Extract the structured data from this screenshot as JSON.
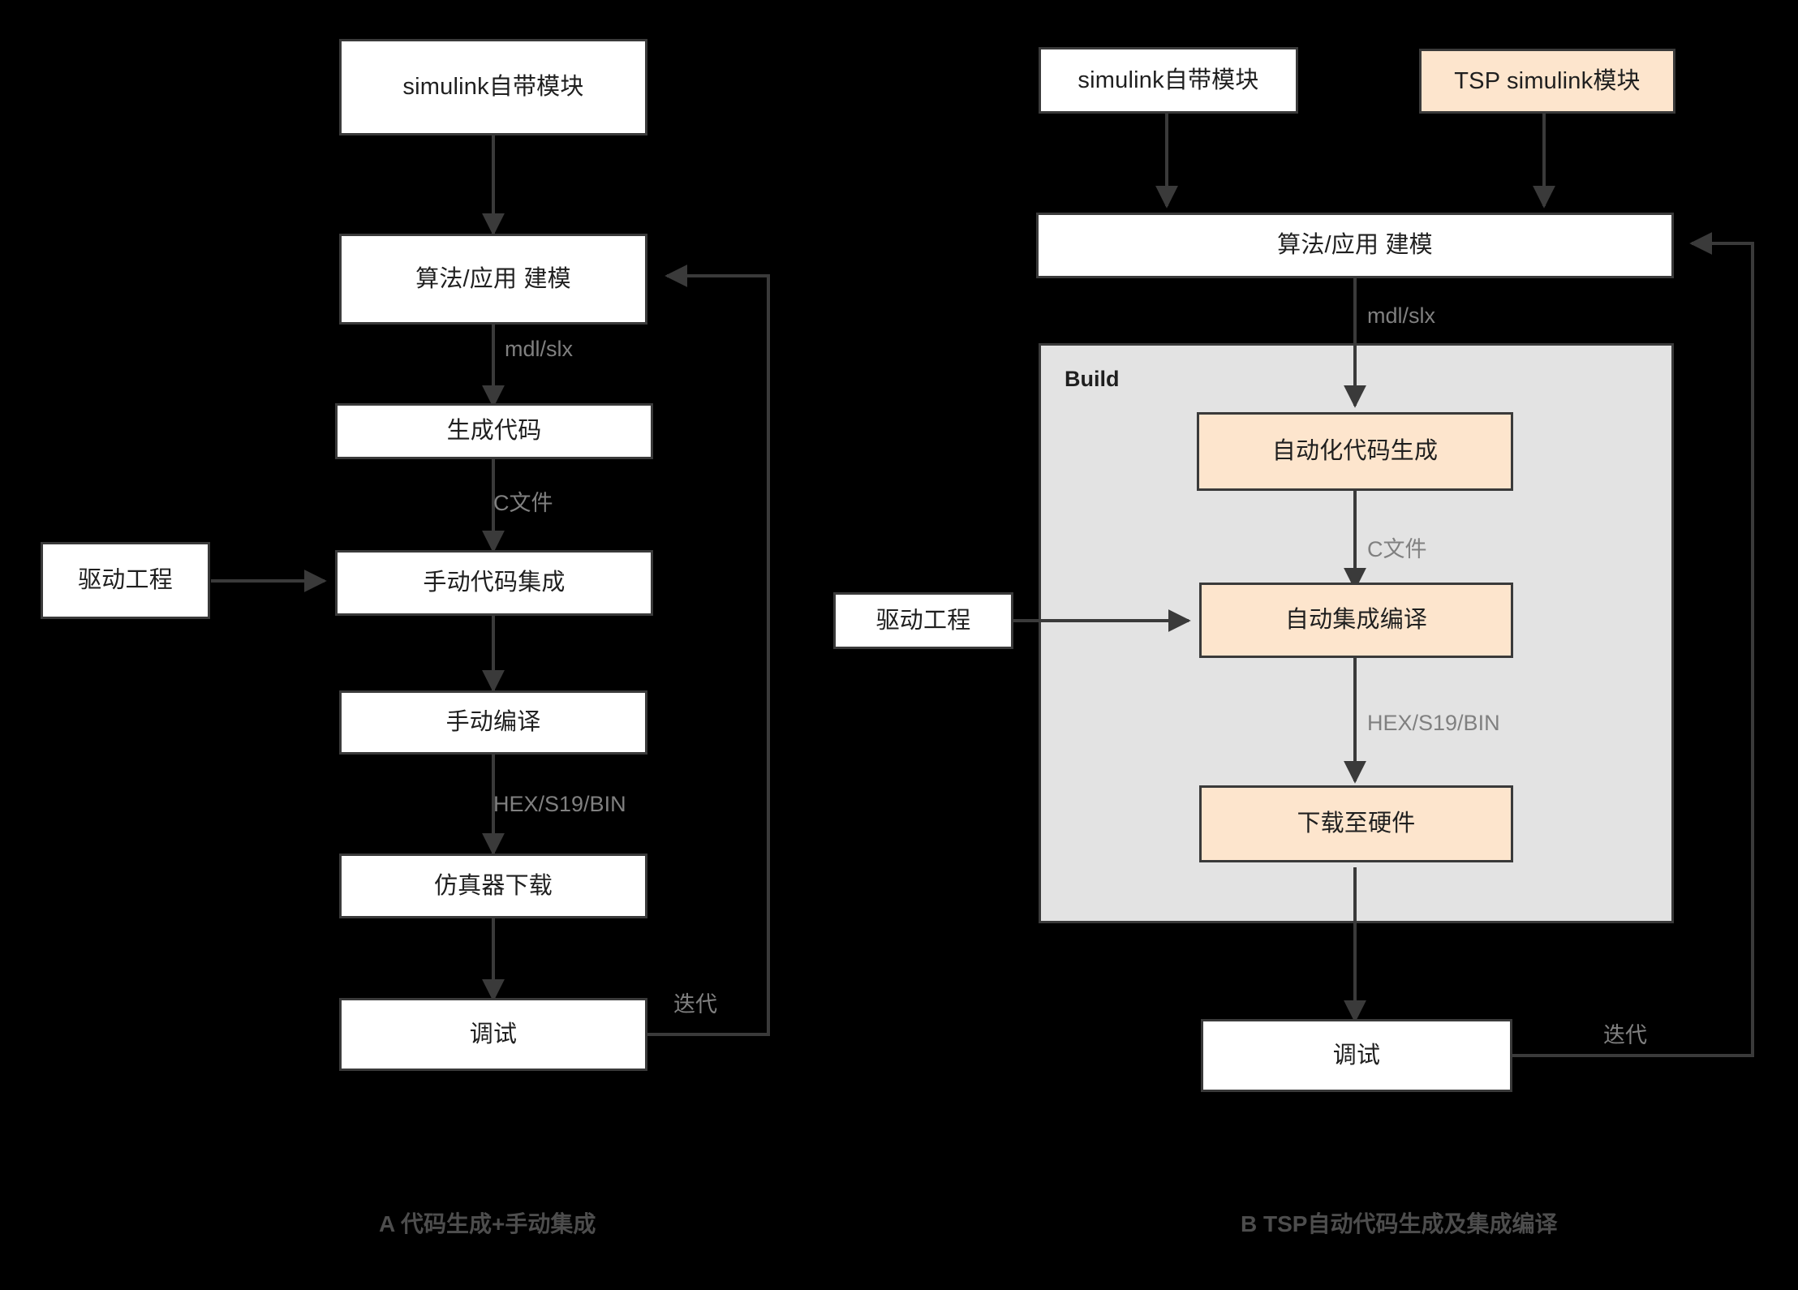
{
  "panels": {
    "a": {
      "caption": "A 代码生成+手动集成",
      "nodes": {
        "simulink_blocks": "simulink自带模块",
        "modeling": "算法/应用 建模",
        "generate_code": "生成代码",
        "manual_integration": "手动代码集成",
        "manual_compile": "手动编译",
        "debugger_download": "仿真器下载",
        "debug": "调试",
        "driver_project": "驱动工程"
      },
      "edge_labels": {
        "mdl_slx": "mdl/slx",
        "c_file": "C文件",
        "hex": "HEX/S19/BIN",
        "iterate": "迭代"
      }
    },
    "b": {
      "caption": "B TSP自动代码生成及集成编译",
      "group_title": "Build",
      "nodes": {
        "simulink_blocks": "simulink自带模块",
        "tsp_blocks": "TSP simulink模块",
        "modeling": "算法/应用 建模",
        "auto_codegen": "自动化代码生成",
        "auto_build": "自动集成编译",
        "download_hw": "下载至硬件",
        "debug": "调试",
        "driver_project": "驱动工程"
      },
      "edge_labels": {
        "mdl_slx": "mdl/slx",
        "c_file": "C文件",
        "hex": "HEX/S19/BIN",
        "iterate": "迭代"
      }
    }
  },
  "colors": {
    "background": "#000000",
    "node_fill": "#ffffff",
    "node_highlight_fill": "#fde5cd",
    "node_border": "#3a3a3a",
    "group_fill": "#e3e3e3",
    "edge_stroke": "#3a3a3a",
    "edge_label_text": "#808080",
    "caption_text": "#4d4d4d"
  }
}
